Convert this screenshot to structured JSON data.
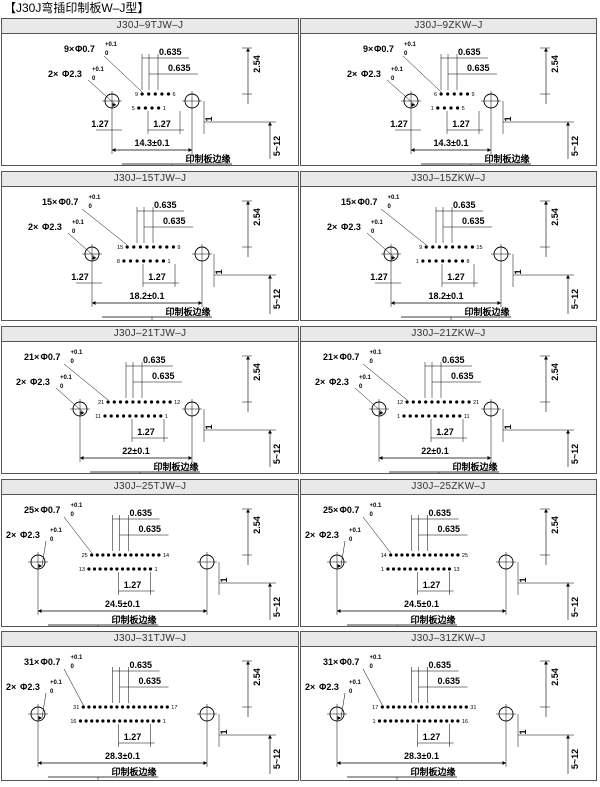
{
  "page_title": "【J30J弯插印制板W–J型】",
  "common": {
    "pitch": "0.635",
    "row_gap": "2.54",
    "phi_small": "Φ0.7",
    "phi_large": "Φ2.3",
    "tol_plus": "+0.1",
    "tol_zero": "0",
    "offset": "1.27",
    "one": "1",
    "board_range": "5~12",
    "board_edge": "印制板边缘"
  },
  "panels": [
    {
      "title": "J30J–9TJW–J",
      "pin_count": "9×",
      "mount": "2×",
      "center": "14.3±0.1",
      "top_row": [
        "9",
        "6"
      ],
      "bottom_row": [
        "5",
        "1"
      ]
    },
    {
      "title": "J30J–9ZKW–J",
      "pin_count": "9×",
      "mount": "2×",
      "center": "14.3±0.1",
      "top_row": [
        "6",
        "9"
      ],
      "bottom_row": [
        "1",
        "5"
      ]
    },
    {
      "title": "J30J–15TJW–J",
      "pin_count": "15×",
      "mount": "2×",
      "center": "18.2±0.1",
      "top_row": [
        "15",
        "9"
      ],
      "bottom_row": [
        "8",
        "1"
      ]
    },
    {
      "title": "J30J–15ZKW–J",
      "pin_count": "15×",
      "mount": "2×",
      "center": "18.2±0.1",
      "top_row": [
        "9",
        "15"
      ],
      "bottom_row": [
        "1",
        "8"
      ]
    },
    {
      "title": "J30J–21TJW–J",
      "pin_count": "21×",
      "mount": "2×",
      "center": "22±0.1",
      "top_row": [
        "21",
        "12"
      ],
      "bottom_row": [
        "11",
        "1"
      ]
    },
    {
      "title": "J30J–21ZKW–J",
      "pin_count": "21×",
      "mount": "2×",
      "center": "22±0.1",
      "top_row": [
        "12",
        "21"
      ],
      "bottom_row": [
        "1",
        "11"
      ]
    },
    {
      "title": "J30J–25TJW–J",
      "pin_count": "25×",
      "mount": "2×",
      "center": "24.5±0.1",
      "top_row": [
        "25",
        "14"
      ],
      "bottom_row": [
        "13",
        "1"
      ]
    },
    {
      "title": "J30J–25ZKW–J",
      "pin_count": "25×",
      "mount": "2×",
      "center": "24.5±0.1",
      "top_row": [
        "14",
        "25"
      ],
      "bottom_row": [
        "1",
        "13"
      ]
    },
    {
      "title": "J30J–31TJW–J",
      "pin_count": "31×",
      "mount": "2×",
      "center": "28.3±0.1",
      "top_row": [
        "31",
        "17"
      ],
      "bottom_row": [
        "16",
        "1"
      ]
    },
    {
      "title": "J30J–31ZKW–J",
      "pin_count": "31×",
      "mount": "2×",
      "center": "28.3±0.1",
      "top_row": [
        "17",
        "31"
      ],
      "bottom_row": [
        "1",
        "16"
      ]
    }
  ]
}
